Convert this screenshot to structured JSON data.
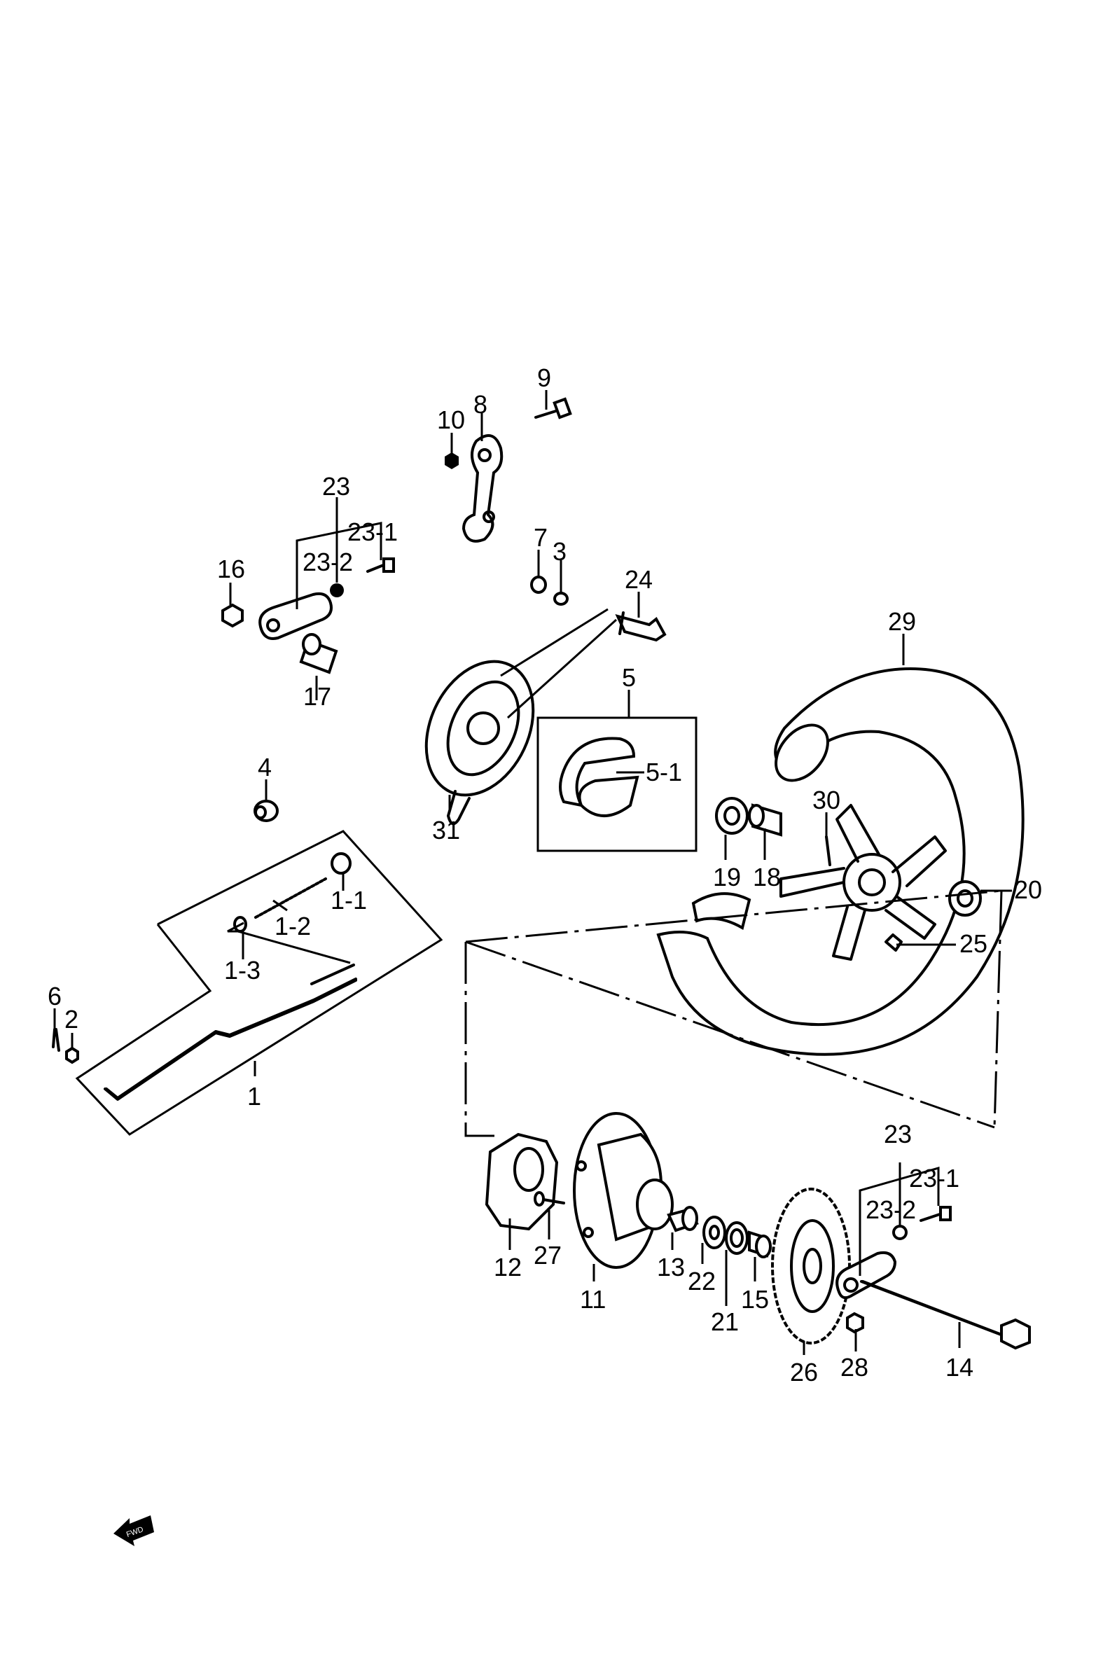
{
  "diagram": {
    "callouts": [
      "1",
      "1-1",
      "1-2",
      "1-3",
      "2",
      "3",
      "4",
      "5",
      "5-1",
      "6",
      "7",
      "8",
      "9",
      "10",
      "11",
      "12",
      "13",
      "14",
      "15",
      "16",
      "17",
      "18",
      "19",
      "20",
      "21",
      "22",
      "23",
      "23-1",
      "23-2",
      "24",
      "25",
      "26",
      "27",
      "28",
      "29",
      "30",
      "31"
    ],
    "fwd_arrow_text": "FWD"
  }
}
